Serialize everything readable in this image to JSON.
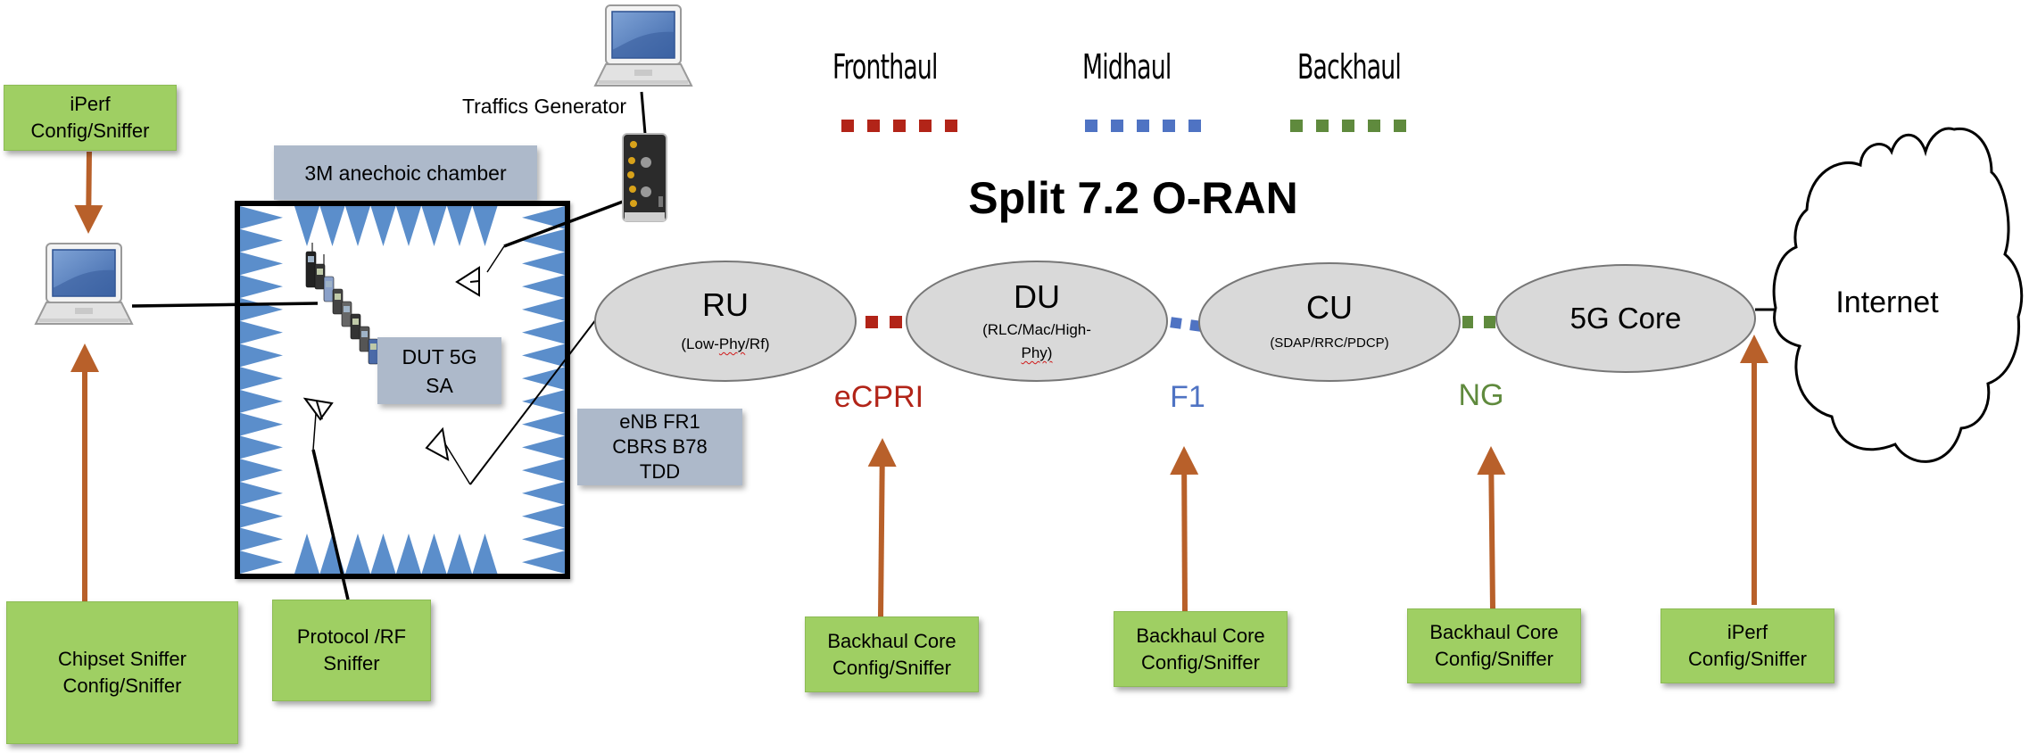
{
  "title": "Split 7.2 O-RAN",
  "legend": [
    {
      "label": "Fronthaul",
      "color": "#B22418"
    },
    {
      "label": "Midhaul",
      "color": "#4F73C3"
    },
    {
      "label": "Backhaul",
      "color": "#5F8A3D"
    }
  ],
  "nodes": [
    {
      "id": "ru",
      "name": "RU",
      "sub": "(Low-Phy/Rf)"
    },
    {
      "id": "du",
      "name": "DU",
      "sub_line1": "(RLC/Mac/High-",
      "sub_line2": "Phy)"
    },
    {
      "id": "cu",
      "name": "CU",
      "sub": "(SDAP/RRC/PDCP)"
    },
    {
      "id": "core",
      "name": "5G Core"
    }
  ],
  "interfaces": [
    {
      "label": "eCPRI",
      "color": "#B22418"
    },
    {
      "label": "F1",
      "color": "#4F73C3"
    },
    {
      "label": "NG",
      "color": "#5F8A3D"
    }
  ],
  "cloud_label": "Internet",
  "traffic_generator_label": "Traffics Generator",
  "chamber_label": "3M anechoic chamber",
  "dut_label": "DUT 5G\nSA",
  "enb_label": "eNB FR1\nCBRS B78\nTDD",
  "sniffers": {
    "iperf_top_left": "iPerf\nConfig/Sniffer",
    "chipset": "Chipset Sniffer\nConfig/Sniffer",
    "protocol_rf": "Protocol /RF\nSniffer",
    "backhaul_core_1": "Backhaul Core\nConfig/Sniffer",
    "backhaul_core_2": "Backhaul Core\nConfig/Sniffer",
    "backhaul_core_3": "Backhaul Core\nConfig/Sniffer",
    "iperf_right": "iPerf\nConfig/Sniffer"
  },
  "colors": {
    "arrow": "#B8602A",
    "absorber": "#5B8ECB",
    "node_fill": "#D9D9D9",
    "sniffer_fill": "#9FCF63",
    "label_box_fill": "#ADB9CA"
  }
}
